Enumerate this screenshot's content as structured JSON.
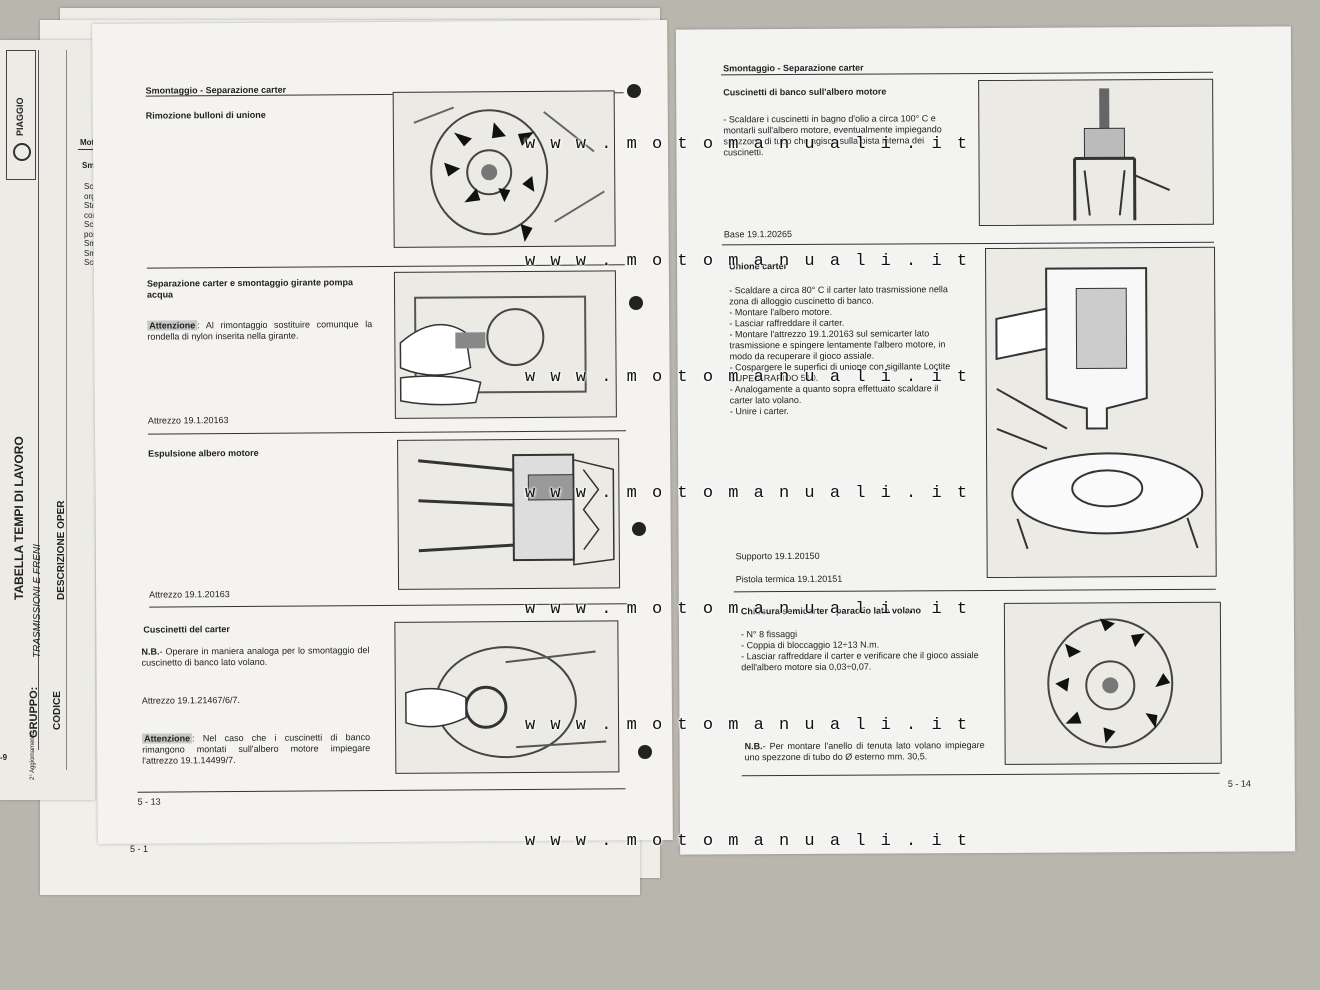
{
  "background_sheet": {
    "brand": "PIAGGIO",
    "section": "Motore",
    "subsection": "Smonta",
    "bullets": [
      "Scolle",
      "organ",
      "Stacc",
      "coma",
      "Scolli",
      "post",
      "Smo",
      "Smc",
      "Sco"
    ],
    "table_title": "TABELLA TEMPI DI LAVORO",
    "gruppo_label": "GRUPPO:",
    "gruppo_value": "TRASMISSIONI E FRENI",
    "codice": "CODICE",
    "descrizione": "DESCRIZIONE OPER",
    "page_edge": "-9",
    "update_note": "2° Aggiornamento",
    "page_num": "5 - 1"
  },
  "left_page": {
    "header": "Smontaggio - Separazione carter",
    "sections": [
      {
        "title": "Rimozione bulloni di unione"
      },
      {
        "title": "Separazione carter e smontaggio girante pompa acqua",
        "attention_label": "Attenzione",
        "attention_text": ": Al rimontaggio sostituire comunque la rondella di nylon inserita nella girante.",
        "tool": "Attrezzo 19.1.20163"
      },
      {
        "title": "Espulsione albero motore",
        "tool": "Attrezzo 19.1.20163"
      },
      {
        "title": "Cuscinetti del carter",
        "nb_label": "N.B.",
        "nb_text": "- Operare in maniera analoga per lo smontaggio del cuscinetto di banco lato volano.",
        "tool": "Attrezzo 19.1.21467/6/7.",
        "attention_label": "Attenzione",
        "attention_text": ": Nel caso che i cuscinetti di banco rimangono montati sull'albero motore impiegare l'attrezzo 19.1.14499/7."
      }
    ],
    "page_num": "5 - 13"
  },
  "right_page": {
    "header": "Smontaggio - Separazione carter",
    "sections": [
      {
        "title": "Cuscinetti di banco sull'albero motore",
        "bullets": [
          "Scaldare i cuscinetti in bagno d'olio a circa 100° C e montarli sull'albero motore, eventualmente impiegando spezzone di tubo che agisca sulla pista interna dei cuscinetti."
        ],
        "tool": "Base 19.1.20265"
      },
      {
        "title": "Unione carter",
        "bullets": [
          "Scaldare a circa 80° C il carter lato trasmissione nella zona di alloggio cuscinetto di banco.",
          "Montare l'albero motore.",
          "Lasciar raffreddare il carter.",
          "Montare l'attrezzo 19.1.20163 sul semicarter lato trasmissione e spingere lentamente l'albero motore, in modo da recuperare il gioco assiale.",
          "Cospargere le superfici di unione con sigillante Loctite SUPER-RAPIDO 510.",
          "Analogamente a quanto sopra effettuato scaldare il carter lato volano.",
          "Unire i carter."
        ],
        "tool1": "Supporto 19.1.20150",
        "tool2": "Pistola termica 19.1.20151"
      },
      {
        "title": "Chiusura semicarter - paraolio lato volano",
        "bullets": [
          "N° 8 fissaggi",
          "Coppia di bloccaggio 12÷13 N.m.",
          "Lasciar raffreddare il carter e verificare che il gioco assiale dell'albero motore sia 0,03÷0,07."
        ],
        "nb_label": "N.B.",
        "nb_text": "- Per montare l'anello di tenuta lato volano impiegare uno spezzone di tubo do Ø esterno mm. 30,5."
      }
    ],
    "page_num": "5 - 14"
  },
  "watermark": "w w w . m o t o m a n u a l i . i t"
}
